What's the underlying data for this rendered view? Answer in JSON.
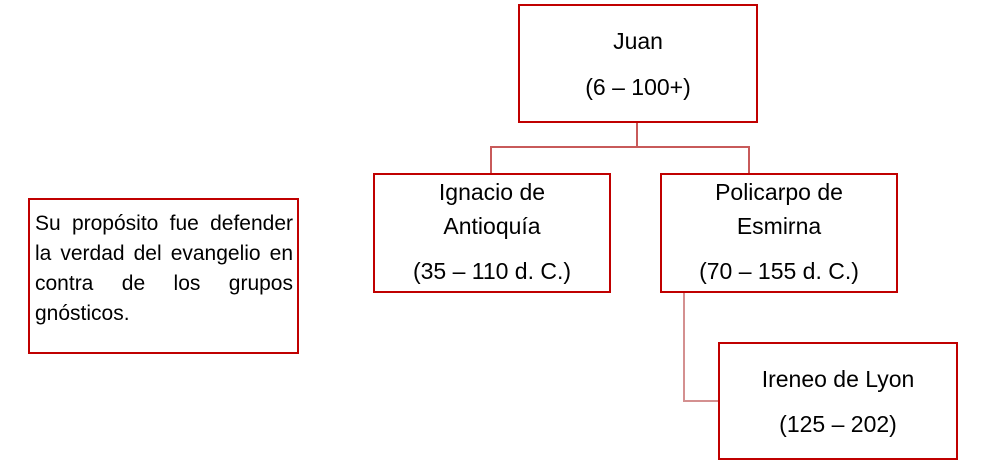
{
  "nodes": {
    "juan": {
      "name": "Juan",
      "dates": "(6 – 100+)"
    },
    "ignacio": {
      "name_line1": "Ignacio de",
      "name_line2": "Antioquía",
      "dates": "(35 – 110 d. C.)"
    },
    "policarpo": {
      "name_line1": "Policarpo de",
      "name_line2": "Esmirna",
      "dates": "(70 – 155 d. C.)"
    },
    "ireneo": {
      "name": "Ireneo de Lyon",
      "dates": "(125 – 202)"
    }
  },
  "note": {
    "text": "Su propósito fue defender la verdad del evangelio en contra de los grupos gnósticos."
  },
  "colors": {
    "border": "#c00000",
    "connector": "#c85a5a"
  }
}
